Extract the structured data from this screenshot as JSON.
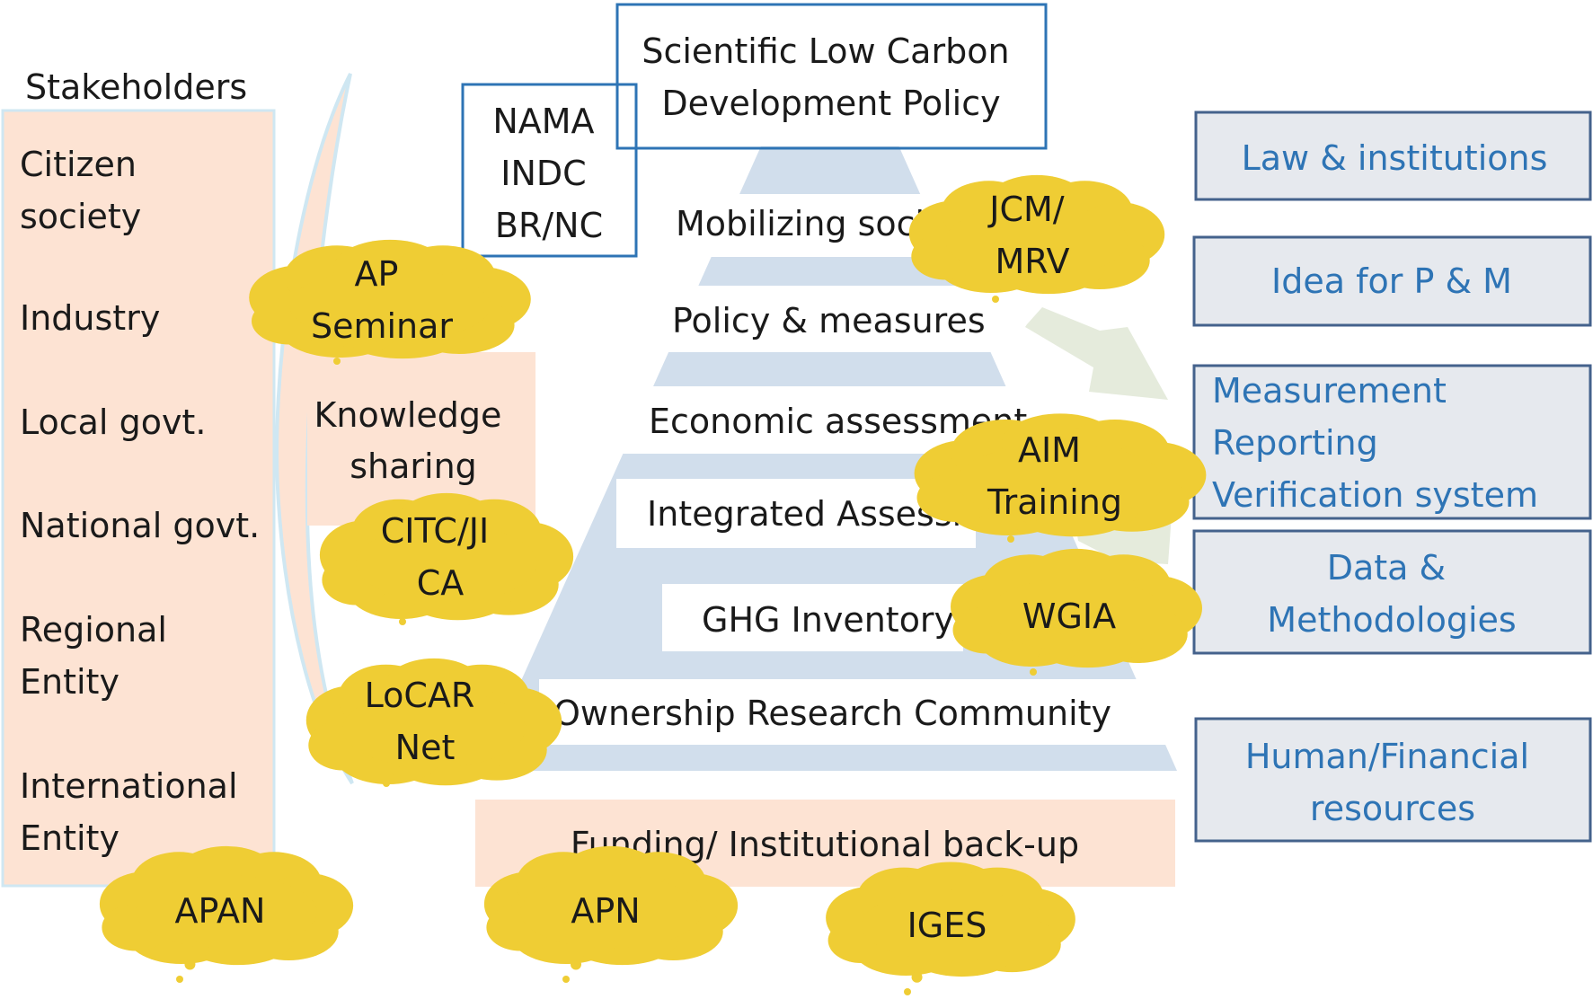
{
  "stakeholders": {
    "title": "Stakeholders",
    "items": [
      [
        "Citizen",
        "society"
      ],
      [
        "Industry"
      ],
      [
        "Local govt."
      ],
      [
        "National govt."
      ],
      [
        "Regional",
        "Entity"
      ],
      [
        "International",
        "Entity"
      ]
    ]
  },
  "knowledge_sharing": [
    "Knowledge",
    "sharing"
  ],
  "top_policy": [
    "Scientific Low Carbon",
    "Development Policy"
  ],
  "nama_box": [
    "NAMA",
    "INDC",
    "BR/NC"
  ],
  "pyramid": {
    "levels": {
      "mobilizing": "Mobilizing soci",
      "policy": "Policy & measures",
      "economic": "Economic assessment",
      "integrated": "Integrated Assessi",
      "ghg": "GHG Inventory",
      "ownership": "Ownership Research Community"
    },
    "funding": "Funding/ Institutional back-up"
  },
  "right_boxes": {
    "law": [
      "Law & institutions"
    ],
    "idea": [
      "Idea for P & M"
    ],
    "mrv": [
      "Measurement",
      "Reporting",
      "Verification system"
    ],
    "data": [
      "Data &",
      "Methodologies"
    ],
    "human": [
      "Human/Financial",
      "resources"
    ]
  },
  "clouds": {
    "ap_seminar": [
      "AP",
      "Seminar"
    ],
    "jcm_mrv": [
      "JCM/",
      "MRV"
    ],
    "aim_training": [
      "AIM",
      "Training"
    ],
    "citc": [
      "CITC/JI",
      "CA"
    ],
    "wgia": [
      "WGIA"
    ],
    "locar": [
      "LoCAR",
      "Net"
    ],
    "apan": [
      "APAN"
    ],
    "apn": [
      "APN"
    ],
    "iges": [
      "IGES"
    ]
  },
  "colors": {
    "peach": "#fde3d3",
    "pyramid_blue": "#d1deec",
    "box_border_blue": "#2e74b5",
    "right_box_border": "#44628c",
    "right_box_fill": "#e6e9ee",
    "right_box_text": "#2e74b5",
    "cloud_yellow": "#efcd34",
    "arrow_green": "#e5ebdc",
    "crescent_stroke": "#cfe7f2"
  }
}
